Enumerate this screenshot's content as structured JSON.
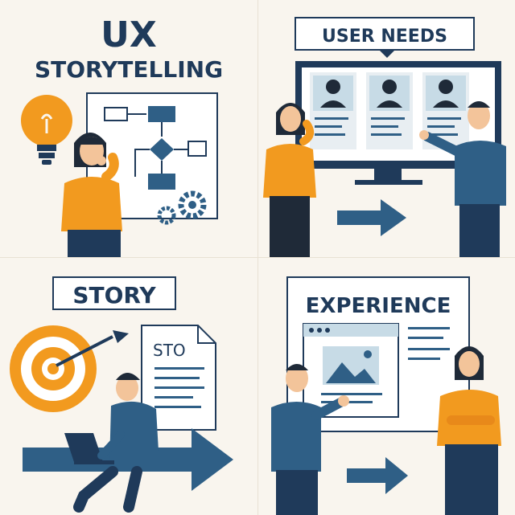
{
  "panels": {
    "ux_storytelling": {
      "title_line1": "UX",
      "title_line2": "STORYTELLING"
    },
    "user_needs": {
      "label": "USER NEEDS"
    },
    "story": {
      "label": "STORY",
      "document_text": "STO"
    },
    "experience": {
      "label": "EXPERIENCE"
    }
  },
  "colors": {
    "navy": "#1f3a5a",
    "blue": "#2f5f86",
    "orange": "#f29a1f",
    "cream": "#f9f5ee",
    "light_blue": "#c7dbe6"
  }
}
